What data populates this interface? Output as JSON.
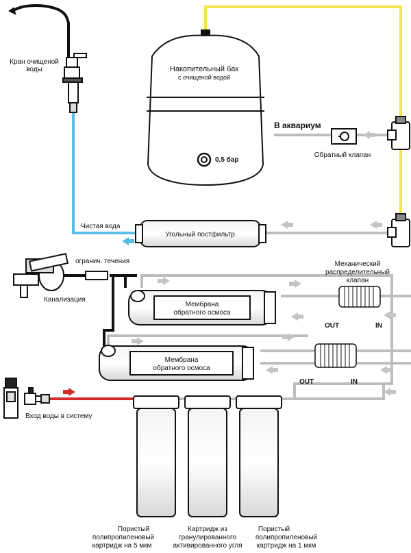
{
  "labels": {
    "faucet": [
      "Кран очищеной",
      "воды"
    ],
    "tank": [
      "Накопительный бак",
      "с очищеной водой"
    ],
    "pressure": "0,5 бар",
    "to_aquarium": "В аквариум",
    "check_valve": "Обратный клапан",
    "clean_water": "Чистая вода",
    "postfilter": "Угольный постфильтр",
    "flow_restrictor": "огранич. течения",
    "drain": "Канализация",
    "mech_valve": [
      "Механический",
      "распределительный",
      "клапан"
    ],
    "membrane": [
      "Мембрана",
      "обратного осмоса"
    ],
    "out": "OUT",
    "in": "IN",
    "water_inlet": "Вход воды в систему",
    "cartridge_1": [
      "Пористый",
      "полипропиленовый",
      "картридж на 5 мкм"
    ],
    "cartridge_2": [
      "Картридж из",
      "гранулированного",
      "активированного угля"
    ],
    "cartridge_3": [
      "Пористый",
      "полипропиленовый",
      "картридж на 1 мкм"
    ]
  },
  "colors": {
    "tank_line": "#f2e64a",
    "clean_line": "#5bbde6",
    "feed_line": "#d42a2a",
    "drain_line": "#111111",
    "flow_line": "#bdbdbd",
    "arrow_red": "#d42a2a",
    "arrow_blue": "#5bbde6",
    "arrow_gray": "#c4c4c4"
  }
}
